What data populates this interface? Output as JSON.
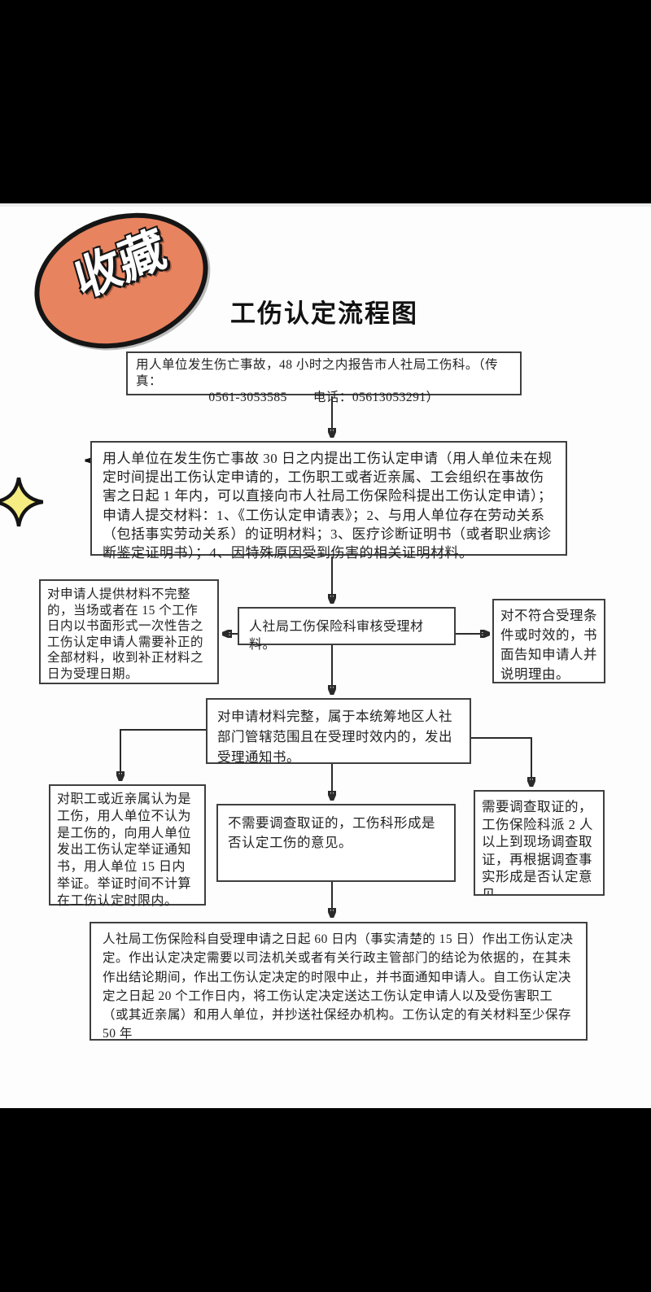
{
  "header": {
    "badge_label": "收藏",
    "title": "工伤认定流程图"
  },
  "colors": {
    "letterbox": "#000000",
    "badge_fill": "#E8835F",
    "badge_outline": "#151515",
    "star_fill": "#F5EC82",
    "star_outline": "#141414",
    "sparkle_fill": "#FFFFFF",
    "box_border": "#3F3F3F",
    "text": "#1F1F1F"
  },
  "flowchart": {
    "report_accident": {
      "line1": "用人单位发生伤亡事故，48 小时之内报告市人社局工伤科。（传真：",
      "line2": "0561-3053585　　电话：05613053291）"
    },
    "apply": {
      "text": "用人单位在发生伤亡事故 30 日之内提出工伤认定申请（用人单位未在规定时间提出工伤认定申请的，工伤职工或者近亲属、工会组织在事故伤害之日起 1 年内，可以直接向市人社局工伤保险科提出工伤认定申请）；申请人提交材料：1、《工伤认定申请表》；2、与用人单位存在劳动关系（包括事实劳动关系）的证明材料；3、医疗诊断证明书（或者职业病诊断鉴定证明书）；4、因特殊原因受到伤害的相关证明材料。"
    },
    "incomplete_materials": {
      "text": "对申请人提供材料不完整的，当场或者在 15 个工作日内以书面形式一次性告之工伤认定申请人需要补正的全部材料，收到补正材料之日为受理日期。"
    },
    "review": {
      "text": "人社局工伤保险科审核受理材料。"
    },
    "not_accepted": {
      "text": "对不符合受理条件或时效的，书面告知申请人并说明理由。"
    },
    "accepted": {
      "text": "对申请材料完整，属于本统筹地区人社部门管辖范围且在受理时效内的，发出受理通知书。"
    },
    "employer_evidence": {
      "text": "对职工或近亲属认为是工伤，用人单位不认为是工伤的，向用人单位发出工伤认定举证通知书，用人单位 15 日内举证。举证时间不计算在工伤认定时限内。"
    },
    "no_investigation": {
      "text": "不需要调查取证的，工伤科形成是否认定工伤的意见。"
    },
    "investigation": {
      "text": "需要调查取证的，工伤保险科派 2 人以上到现场调查取证，再根据调查事实形成是否认定意见"
    },
    "decision": {
      "text": "人社局工伤保险科自受理申请之日起 60 日内（事实清楚的 15 日）作出工伤认定决定。作出认定决定需要以司法机关或者有关行政主管部门的结论为依据的，在其未作出结论期间，作出工伤认定决定的时限中止，并书面通知申请人。自工伤认定决定之日起 20 个工作日内，将工伤认定决定送达工伤认定申请人以及受伤害职工（或其近亲属）和用人单位，并抄送社保经办机构。工伤认定的有关材料至少保存 50 年"
    }
  }
}
